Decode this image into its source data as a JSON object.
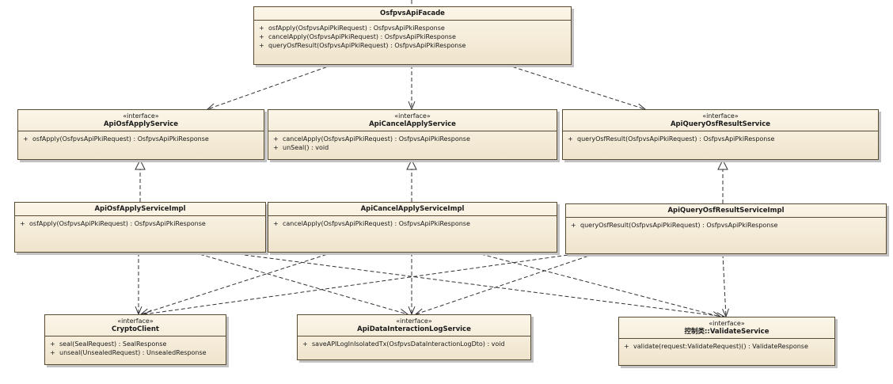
{
  "diagram": {
    "classes": [
      {
        "id": "facade",
        "stereotype": "",
        "name": "OsfpvsApiFacade",
        "operations": [
          {
            "vis": "+",
            "sig": "osfApply(OsfpvsApiPkiRequest) : OsfpvsApiPkiResponse"
          },
          {
            "vis": "+",
            "sig": "cancelApply(OsfpvsApiPkiRequest) : OsfpvsApiPkiResponse"
          },
          {
            "vis": "+",
            "sig": "queryOsfResult(OsfpvsApiPkiRequest) : OsfpvsApiPkiResponse"
          }
        ]
      },
      {
        "id": "apply_if",
        "stereotype": "«interface»",
        "name": "ApiOsfApplyService",
        "operations": [
          {
            "vis": "+",
            "sig": "osfApply(OsfpvsApiPkiRequest) : OsfpvsApiPkiResponse"
          }
        ]
      },
      {
        "id": "cancel_if",
        "stereotype": "«interface»",
        "name": "ApiCancelApplyService",
        "operations": [
          {
            "vis": "+",
            "sig": "cancelApply(OsfpvsApiPkiRequest) : OsfpvsApiPkiResponse"
          },
          {
            "vis": "+",
            "sig": "unSeal() : void"
          }
        ]
      },
      {
        "id": "query_if",
        "stereotype": "«interface»",
        "name": "ApiQueryOsfResultService",
        "operations": [
          {
            "vis": "+",
            "sig": "queryOsfResult(OsfpvsApiPkiRequest) : OsfpvsApiPkiResponse"
          }
        ]
      },
      {
        "id": "apply_impl",
        "stereotype": "",
        "name": "ApiOsfApplyServiceImpl",
        "operations": [
          {
            "vis": "+",
            "sig": "osfApply(OsfpvsApiPkiRequest) : OsfpvsApiPkiResponse"
          }
        ]
      },
      {
        "id": "cancel_impl",
        "stereotype": "",
        "name": "ApiCancelApplyServiceImpl",
        "operations": [
          {
            "vis": "+",
            "sig": "cancelApply(OsfpvsApiPkiRequest) : OsfpvsApiPkiResponse"
          }
        ]
      },
      {
        "id": "query_impl",
        "stereotype": "",
        "name": "ApiQueryOsfResultServiceImpl",
        "operations": [
          {
            "vis": "+",
            "sig": "queryOsfResult(OsfpvsApiPkiRequest) : OsfpvsApiPkiResponse"
          }
        ]
      },
      {
        "id": "crypto",
        "stereotype": "«interface»",
        "name": "CryptoClient",
        "operations": [
          {
            "vis": "+",
            "sig": "seal(SealRequest) : SealResponse"
          },
          {
            "vis": "+",
            "sig": "unseal(UnsealedRequest) : UnsealedResponse"
          }
        ]
      },
      {
        "id": "log",
        "stereotype": "«interface»",
        "name": "ApiDataInteractionLogService",
        "operations": [
          {
            "vis": "+",
            "sig": "saveAPILogInIsolatedTx(OsfpvsDataInteractionLogDto) : void"
          }
        ]
      },
      {
        "id": "validate",
        "stereotype": "«interface»",
        "name": "控制类::ValidateService",
        "operations": [
          {
            "vis": "+",
            "sig": "validate(request:ValidateRequest)() : ValidateResponse"
          }
        ]
      }
    ],
    "relations": [
      {
        "type": "dependency",
        "from": "facade",
        "to": "apply_if"
      },
      {
        "type": "dependency",
        "from": "facade",
        "to": "cancel_if"
      },
      {
        "type": "dependency",
        "from": "facade",
        "to": "query_if"
      },
      {
        "type": "realization",
        "from": "apply_impl",
        "to": "apply_if"
      },
      {
        "type": "realization",
        "from": "cancel_impl",
        "to": "cancel_if"
      },
      {
        "type": "realization",
        "from": "query_impl",
        "to": "query_if"
      },
      {
        "type": "dependency",
        "from": "apply_impl",
        "to": "crypto"
      },
      {
        "type": "dependency",
        "from": "apply_impl",
        "to": "log"
      },
      {
        "type": "dependency",
        "from": "apply_impl",
        "to": "validate"
      },
      {
        "type": "dependency",
        "from": "cancel_impl",
        "to": "crypto"
      },
      {
        "type": "dependency",
        "from": "cancel_impl",
        "to": "log"
      },
      {
        "type": "dependency",
        "from": "cancel_impl",
        "to": "validate"
      },
      {
        "type": "dependency",
        "from": "query_impl",
        "to": "crypto"
      },
      {
        "type": "dependency",
        "from": "query_impl",
        "to": "log"
      },
      {
        "type": "dependency",
        "from": "query_impl",
        "to": "validate"
      }
    ]
  }
}
